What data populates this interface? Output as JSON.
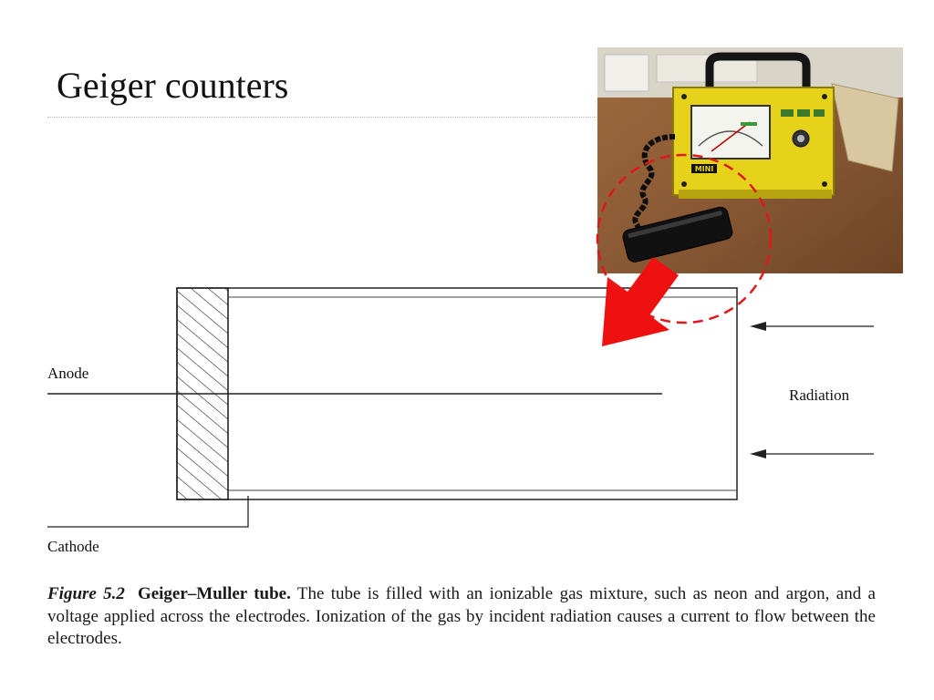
{
  "slide": {
    "title": "Geiger counters"
  },
  "diagram": {
    "labels": {
      "anode": "Anode",
      "cathode": "Cathode",
      "radiation": "Radiation"
    }
  },
  "device": {
    "meter_label": "MINI"
  },
  "caption": {
    "figure_label": "Figure 5.2",
    "heading": "Geiger–Muller tube.",
    "text": " The tube is filled with an ionizable gas mixture, such as neon and argon, and a voltage applied across the electrodes. Ionization of the gas by incident radiation causes a current to flow between the electrodes."
  },
  "colors": {
    "arrow": "#ee1111",
    "dashed_circle": "#e01818",
    "meter_body": "#e6d21a",
    "photo_background": "#8a5a35"
  }
}
